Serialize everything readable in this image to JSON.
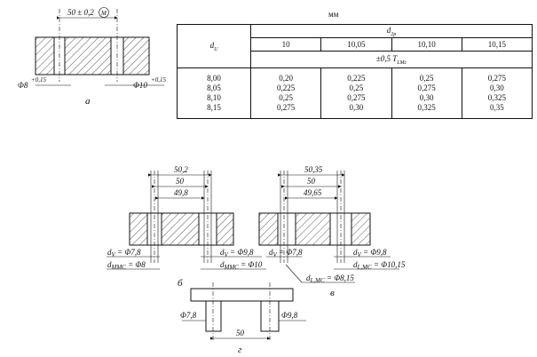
{
  "table": {
    "units": "мм",
    "row_header": "d",
    "row_header_sub": "U",
    "col_group": "d",
    "col_group_sub": "2p",
    "col_values": [
      "10",
      "10,05",
      "10,10",
      "10,15"
    ],
    "tolerance": "±0,5 T",
    "tolerance_sub": "LMc",
    "rows": [
      {
        "d": "8,00",
        "v": [
          "0,20",
          "0,225",
          "0,25",
          "0,275"
        ]
      },
      {
        "d": "8,05",
        "v": [
          "0,225",
          "0,25",
          "0,275",
          "0,30"
        ]
      },
      {
        "d": "8,10",
        "v": [
          "0,25",
          "0,275",
          "0,30",
          "0,325"
        ]
      },
      {
        "d": "8,15",
        "v": [
          "0,275",
          "0,30",
          "0,325",
          "0,35"
        ]
      }
    ]
  },
  "fig_a": {
    "dim_top": "50 ± 0,2",
    "dim_top_mod": "M",
    "left_hole": "Φ8",
    "left_tol": "+0,15",
    "right_hole": "Φ10",
    "right_tol": "+0,15",
    "caption": "а"
  },
  "fig_b": {
    "dim1": "50,2",
    "dim2": "50",
    "dim3": "49,8",
    "l1": "d",
    "l1_sub": "V",
    "l1_val": " = Φ7,8",
    "l2": "d",
    "l2_sub": "MMC",
    "l2_val": " = Φ8",
    "r1": "d",
    "r1_sub": "V",
    "r1_val": " = Φ9,8",
    "r2": "d",
    "r2_sub": "MMC",
    "r2_val": " = Φ10",
    "caption": "б"
  },
  "fig_v": {
    "dim1": "50,35",
    "dim2": "50",
    "dim3": "49,65",
    "l1": "d",
    "l1_sub": "V",
    "l1_val": " = Φ7,8",
    "r1": "d",
    "r1_sub": "V",
    "r1_val": " = Φ9,8",
    "r2": "d",
    "r2_sub": "L,MC",
    "r2_val": " = Φ10,15",
    "bottom": "d",
    "bottom_sub": "L,MC",
    "bottom_val": " = Φ8,15",
    "caption": "в"
  },
  "fig_g": {
    "left": "Φ7,8",
    "right": "Φ9,8",
    "dim": "50",
    "caption": "г"
  }
}
